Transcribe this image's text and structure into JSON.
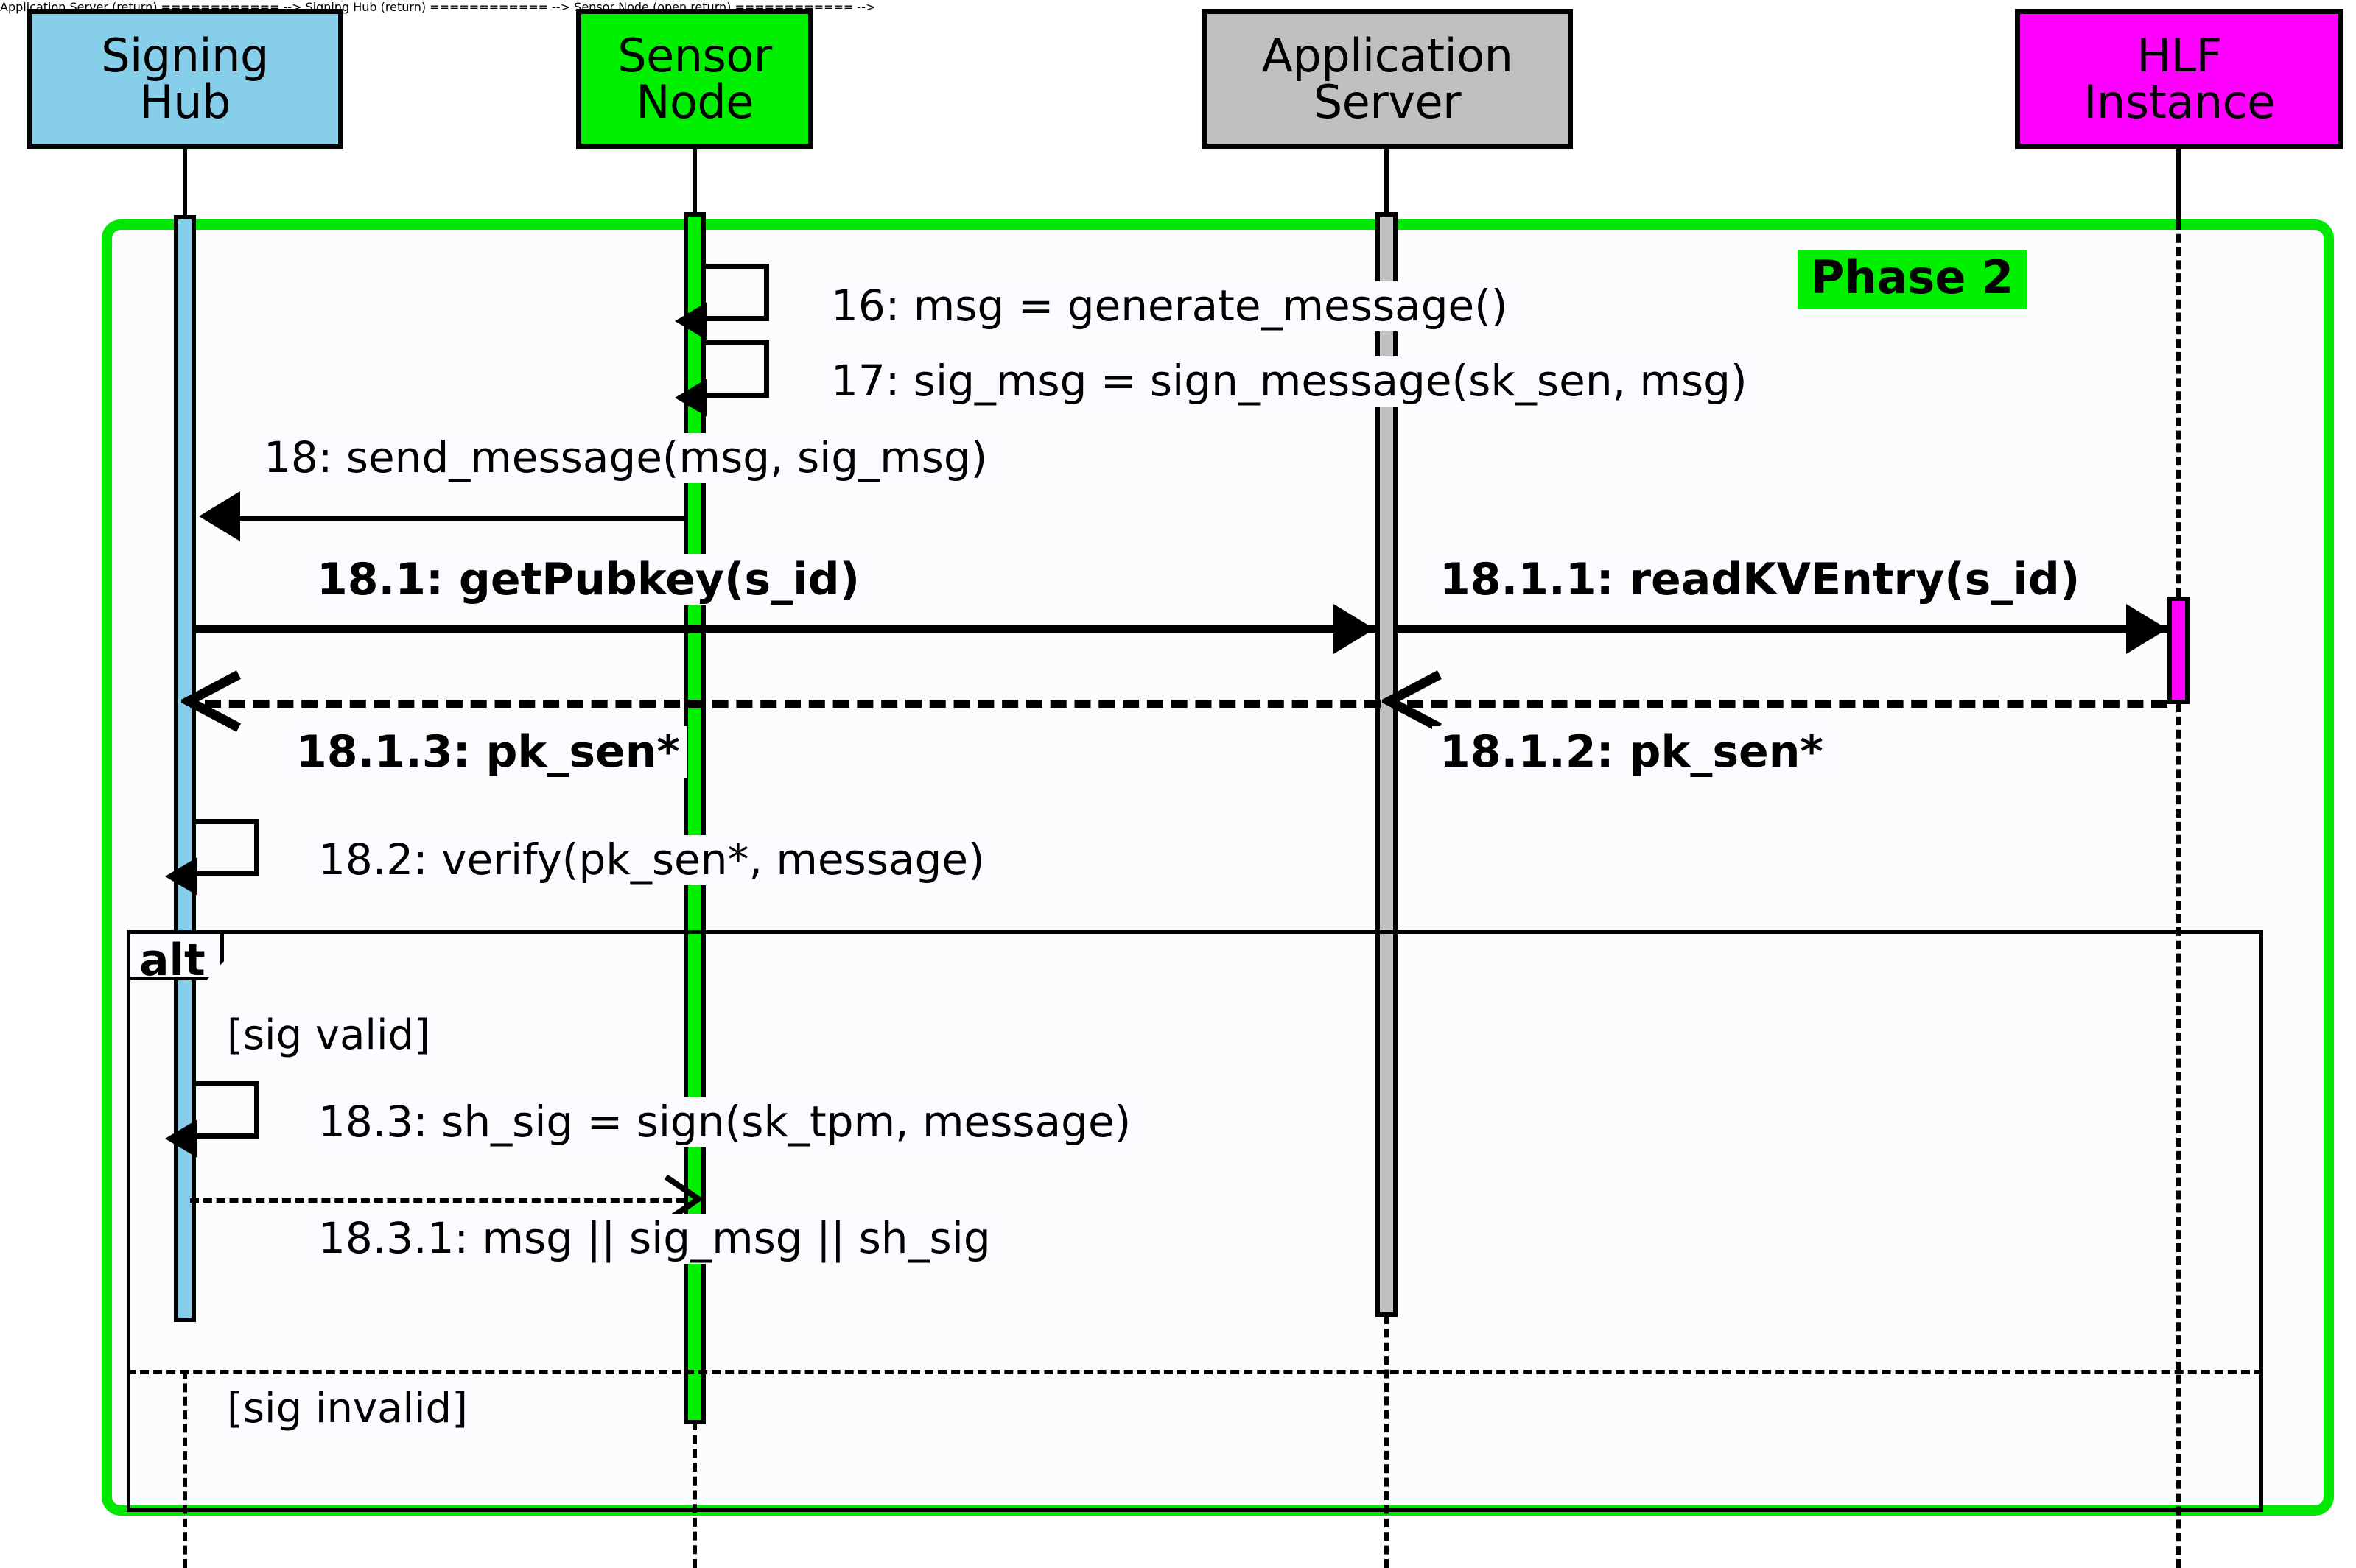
{
  "diagram": {
    "type": "uml-sequence-diagram",
    "title": "Phase 2",
    "phase_label": "Phase 2",
    "phase_accent_color": "#00f000",
    "background_color": "#ffffff"
  },
  "lifelines": [
    {
      "id": "signing-hub",
      "name": "Signing Hub",
      "line1": "Signing",
      "line2": "Hub",
      "color": "#87ceeb"
    },
    {
      "id": "sensor-node",
      "name": "Sensor Node",
      "line1": "Sensor",
      "line2": "Node",
      "color": "#00f000"
    },
    {
      "id": "application-server",
      "name": "Application Server",
      "line1": "Application",
      "line2": "Server",
      "color": "#c0c0c0"
    },
    {
      "id": "hlf-instance",
      "name": "HLF Instance",
      "line1": "HLF",
      "line2": "Instance",
      "color": "#ff00ff"
    }
  ],
  "messages": [
    {
      "num": "16",
      "label": "16: msg = generate_message()",
      "from": "sensor-node",
      "to": "sensor-node",
      "kind": "self-call",
      "style": "solid",
      "bold": false
    },
    {
      "num": "17",
      "label": "17: sig_msg = sign_message(sk_sen, msg)",
      "from": "sensor-node",
      "to": "sensor-node",
      "kind": "self-call",
      "style": "solid",
      "bold": false
    },
    {
      "num": "18",
      "label": "18: send_message(msg, sig_msg)",
      "from": "sensor-node",
      "to": "signing-hub",
      "kind": "call",
      "style": "solid",
      "bold": false
    },
    {
      "num": "18.1",
      "label": "18.1: getPubkey(s_id)",
      "from": "signing-hub",
      "to": "application-server",
      "kind": "call",
      "style": "solid",
      "bold": true
    },
    {
      "num": "18.1.1",
      "label": "18.1.1: readKVEntry(s_id)",
      "from": "application-server",
      "to": "hlf-instance",
      "kind": "call",
      "style": "solid",
      "bold": true
    },
    {
      "num": "18.1.2",
      "label": "18.1.2: pk_sen*",
      "from": "hlf-instance",
      "to": "application-server",
      "kind": "return",
      "style": "dashed",
      "bold": true
    },
    {
      "num": "18.1.3",
      "label": "18.1.3: pk_sen*",
      "from": "application-server",
      "to": "signing-hub",
      "kind": "return",
      "style": "dashed",
      "bold": true
    },
    {
      "num": "18.2",
      "label": "18.2: verify(pk_sen*, message)",
      "from": "signing-hub",
      "to": "signing-hub",
      "kind": "self-call",
      "style": "solid",
      "bold": false
    },
    {
      "num": "18.3",
      "label": "18.3: sh_sig = sign(sk_tpm, message)",
      "from": "signing-hub",
      "to": "signing-hub",
      "kind": "self-call",
      "style": "solid",
      "bold": false
    },
    {
      "num": "18.3.1",
      "label": "18.3.1: msg || sig_msg || sh_sig",
      "from": "signing-hub",
      "to": "sensor-node",
      "kind": "return-open",
      "style": "dashed",
      "bold": false
    }
  ],
  "fragments": [
    {
      "id": "alt-fragment",
      "operator": "alt",
      "operands": [
        {
          "guard": "[sig valid]"
        },
        {
          "guard": "[sig invalid]"
        }
      ]
    }
  ]
}
